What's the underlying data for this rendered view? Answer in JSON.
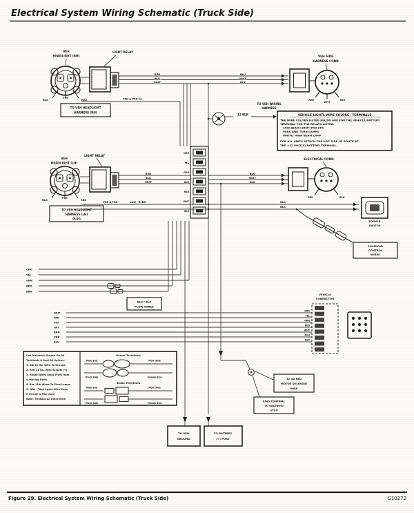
{
  "page": {
    "title": "Electrical System Wiring Schematic (Truck Side)",
    "footer_left": "Figure 29. Electrical System Wiring Schematic (Truck Side)",
    "footer_right": "G10272"
  },
  "row1": {
    "headlight_label": [
      "VEH",
      "HEADLIGHT (RH)"
    ],
    "pin_left": "BLK",
    "pin_mid": "PRK",
    "pin_right": "RED",
    "harness_box": [
      "TO VEH HEADLIGHT",
      "HARNESS (RH)"
    ],
    "relay_label": "LIGHT RELAY",
    "trn_label": "TRN & PRK (L)",
    "stack1": [
      "RED",
      "BLK",
      "WHT"
    ],
    "stack2": [
      "BLU",
      "WHT",
      "BLK"
    ],
    "right_label": [
      "VEH SIDE",
      "HARNESS CONN"
    ],
    "right_pin_left": "RED",
    "right_pin_mid": "WHT",
    "right_pin_right": "BLK"
  },
  "note": {
    "top_label": [
      "TO VEH WIRING",
      "HARNESS"
    ],
    "flasher_wire": "12 BLK",
    "lines": [
      "VEHICLE LIGHTS  WIRE COLORS / TERMINALS",
      "THE WIRE COLORS LISTED BELOW ARE FOR THE VEHICLE BATTERY",
      "TERMINAL FOR THE RELAYS LISTED:",
      "LOW BEAM LAMP: TRN STR",
      "PARK AND TURN LAMPS",
      "WHITE: HIGH BEAM LAMP",
      "FOR ALL UNITS ATTACH THE HOT SIDE OF ROUTE AT",
      "THE +12 VOLT(S) BATTERY TERMINAL."
    ]
  },
  "row2": {
    "headlight_label": [
      "VEH",
      "HEADLIGHT (LH)"
    ],
    "relay_label": "LIGHT RELAY",
    "pin_left": "BLK",
    "pin_mid": "PRK",
    "pin_right": "RED",
    "stack1": [
      "RED",
      "BLK",
      "WHT"
    ],
    "stack2": [
      "BLU",
      "WHT",
      "BLK"
    ],
    "mini1": "PRK & TRN",
    "mini2": "LOW / HI BM",
    "harness_box": [
      "TO VEH HEADLIGHT",
      "HARNESS (LH)",
      "PLUG"
    ],
    "right_label": "ELECTRICAL CONN",
    "right_pin_left": "RED",
    "right_pin_right": "BLK"
  },
  "column": {
    "pins": [
      "ORG",
      "YEL",
      "GRN",
      "BLU",
      "RED",
      "WHT",
      "BLK"
    ]
  },
  "switch": {
    "wire1": "BLK",
    "wire2": "BLK",
    "label": [
      "TOGGLE",
      "SWITCH"
    ]
  },
  "solenoid_box": [
    "SOLENOID",
    "CONTROL",
    "WIRES"
  ],
  "bundle1": {
    "labels": [
      "ORG",
      "YEL",
      "GRN",
      "RED",
      "BRN"
    ],
    "conn_box": [
      "BLU / BLK",
      "PLOW WIRES"
    ]
  },
  "bundle2": {
    "labels": [
      "WHT",
      "TAN",
      "VIO",
      "GRY",
      "BRN",
      "PNK",
      "BLU"
    ],
    "pin_labels": [
      "ORG",
      "YEL",
      "GRN",
      "RED",
      "WHT",
      "BLU",
      "BLK"
    ],
    "conn_label": [
      "VEHICLE",
      "CONNECTOR"
    ]
  },
  "legend": {
    "left_lines": [
      "Use Dielectric Grease On All",
      "Terminals & Seal All Splices:",
      "1. Blk 12 Ga. Wire To Ground",
      "2. Red 12 Ga. Wire To Batt (+)",
      "3. Route Wires Away From Heat",
      "    & Moving Parts",
      "4. Blu / Blk Wires To Plow Lamps",
      "5. Wht - Tape Spare Wire Ends",
      "    If Circuit Is Not Used",
      "Note: Tie Back All Extra Wire"
    ],
    "round_header": "Round Terminals",
    "blade_header": "Blade Terminals",
    "r1_left": "Male End",
    "r1_right": "Plow Side",
    "r2_left": "Truck Side",
    "r2_right": "Female End",
    "b1_left": "Male End",
    "b1_right": "Plow Side",
    "b2_left": "Truck Side",
    "b2_right": "Female End"
  },
  "bottom": {
    "box_ground": [
      "TO VEH",
      "GROUND"
    ],
    "box_battery": [
      "TO BATTERY",
      "(+) POST"
    ],
    "box_solenoid_wire": [
      "12 GA RED",
      "MOTOR SOLENOID",
      "WIRE"
    ],
    "box_ring": [
      "RING TERMINAL",
      "TO SOLENOID",
      "STUD"
    ]
  }
}
